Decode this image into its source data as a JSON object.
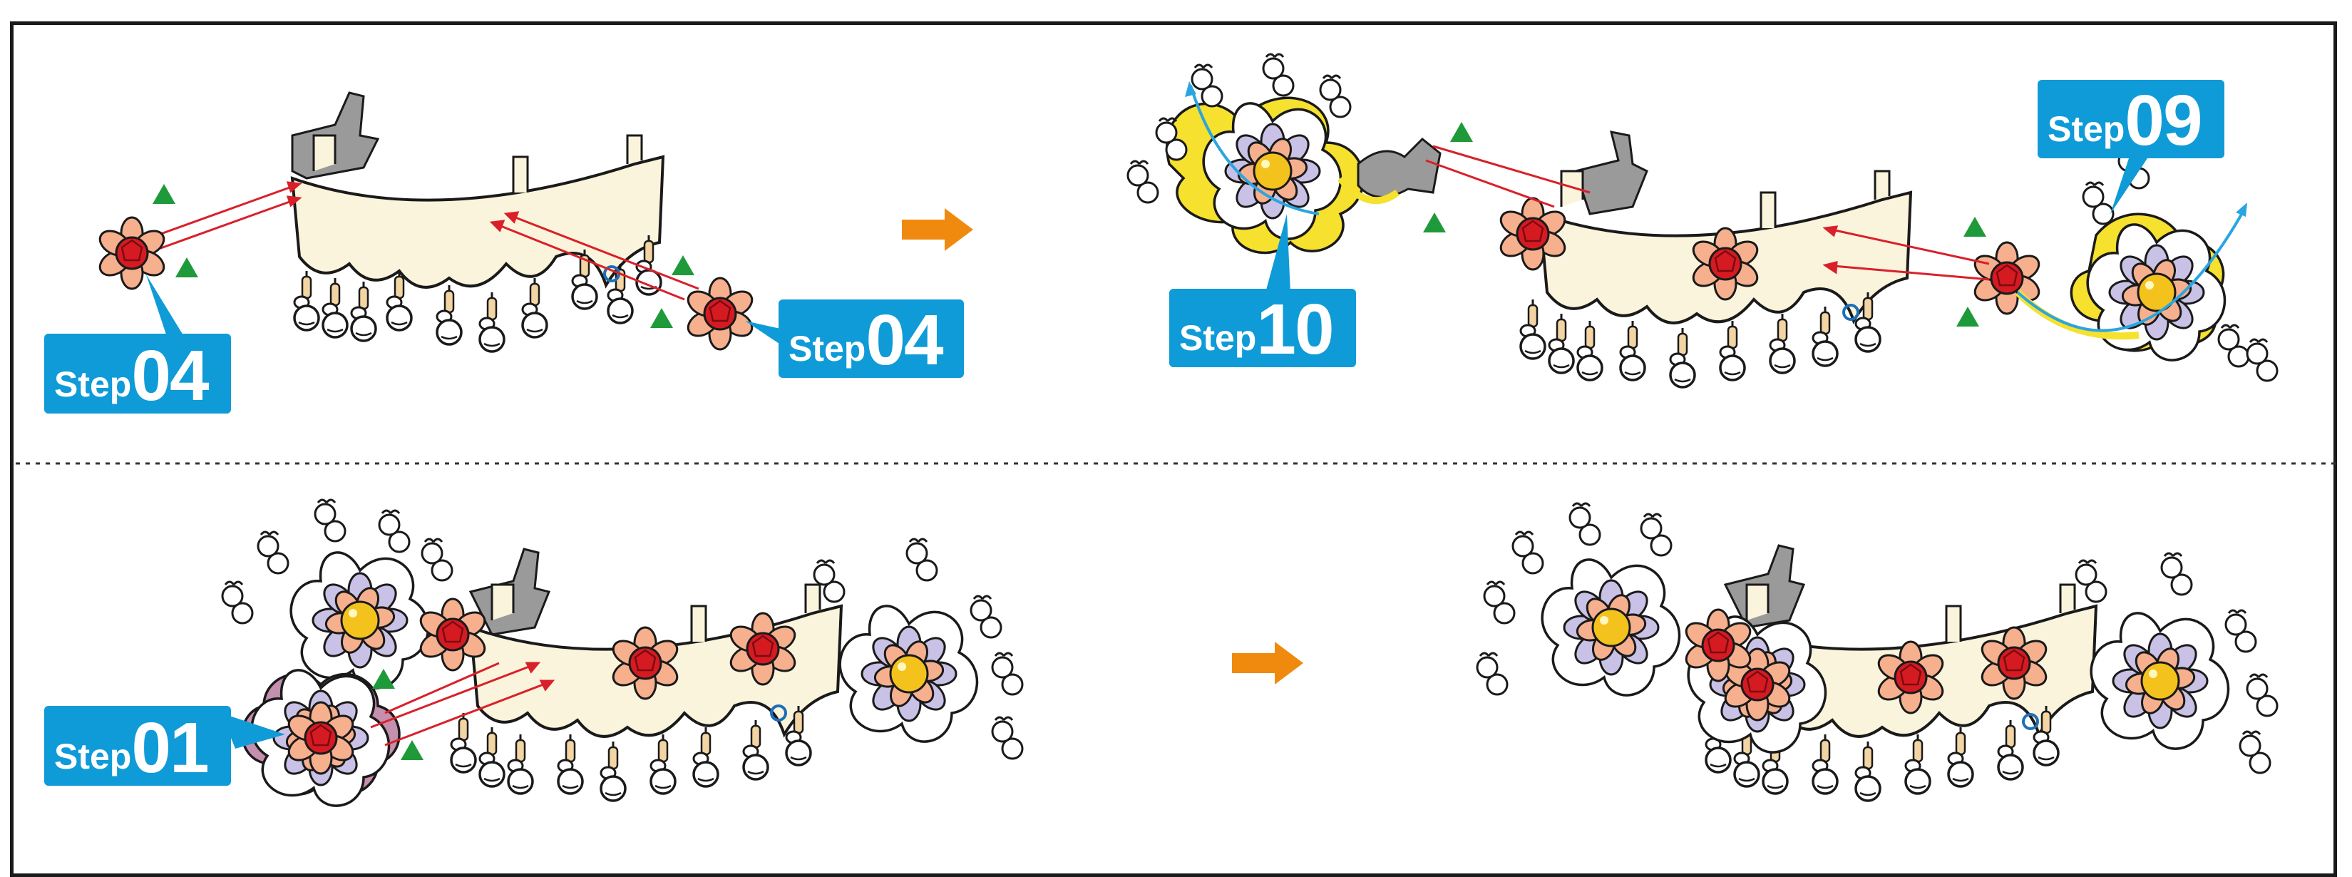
{
  "colors": {
    "badge": "#0f9bd7",
    "arrow_orange": "#f08a0e",
    "guide_red": "#d9202a",
    "curve_blue": "#2aa5e0",
    "triangle_green": "#1e9a3a",
    "shield_gray": "#9a9a9a",
    "plate_cream": "#fbf4dc",
    "bead_red": "#d61a22",
    "petal_peach": "#f6b08e",
    "petal_lavender": "#c9c2e6",
    "petal_yellow": "#f5e12e",
    "center_gold": "#f4c21c",
    "outer_mauve": "#c58fae"
  },
  "panels": {
    "top_left": {
      "badge_a": {
        "word": "Step",
        "num": "04"
      },
      "badge_b": {
        "word": "Step",
        "num": "04"
      }
    },
    "top_right": {
      "badge_a": {
        "word": "Step",
        "num": "10"
      },
      "badge_b": {
        "word": "Step",
        "num": "09"
      }
    },
    "bottom_left": {
      "badge_a": {
        "word": "Step",
        "num": "01"
      }
    }
  },
  "icons": [
    "arrow-right-icon",
    "flower-bead-icon",
    "triangle-marker-icon",
    "bell-charm-icon"
  ]
}
